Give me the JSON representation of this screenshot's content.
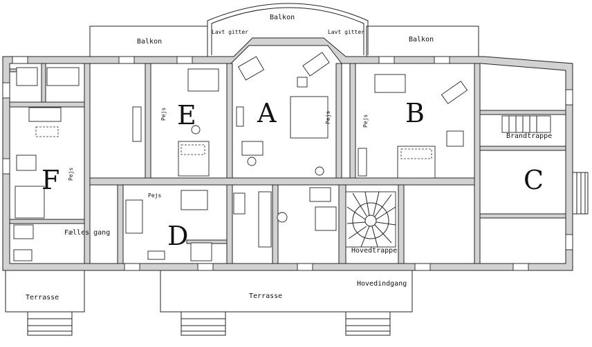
{
  "rooms": {
    "a": "A",
    "b": "B",
    "c": "C",
    "d": "D",
    "e": "E",
    "f": "F"
  },
  "labels": {
    "balkon_top": "Balkon",
    "balkon_left": "Balkon",
    "balkon_right": "Balkon",
    "lavt_gitter_left": "Lavt gitter",
    "lavt_gitter_right": "Lavt gitter",
    "brandtrappe": "Brandtrappe",
    "hovedtrappe": "Hovedtrappe",
    "hovedindgang": "Hovedindgang",
    "faelles_gang": "Fælles gang",
    "terrasse_left": "Terrasse",
    "terrasse_center": "Terrasse",
    "pejs_e": "Pejs",
    "pejs_a": "Pejs",
    "pejs_b": "Pejs",
    "pejs_f": "Pejs",
    "pejs_d": "Pejs"
  }
}
